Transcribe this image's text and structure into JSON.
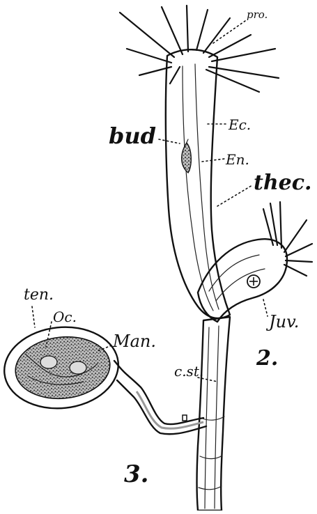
{
  "figure": {
    "labels": {
      "pro": "pro.",
      "ec": "Ec.",
      "bud": "bud",
      "en": "En.",
      "thec": "thec.",
      "juv": "Juv.",
      "two": "2.",
      "ten": "ten.",
      "oc": "Oc.",
      "man": "Man.",
      "cst": "c.st.",
      "three": "3."
    }
  }
}
